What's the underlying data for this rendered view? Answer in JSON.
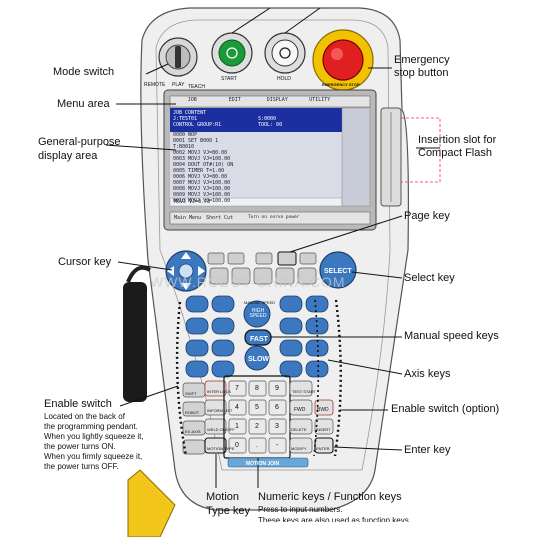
{
  "callouts": {
    "mode_switch": "Mode switch",
    "menu_area": "Menu area",
    "general_purpose_1": "General-purpose",
    "general_purpose_2": "display area",
    "cursor_key": "Cursor key",
    "enable_switch_left": "Enable switch",
    "enable_note": [
      "Located on the back of",
      "the programming pendant.",
      "When you lightly squeeze it,",
      "the power turns ON.",
      "When you firmly squeeze it,",
      "the power turns OFF."
    ],
    "emergency_1": "Emergency",
    "emergency_2": "stop button",
    "insertion_1": "Insertion slot for",
    "insertion_2": "Compact Flash",
    "page_key": "Page key",
    "select_key": "Select key",
    "manual_speed_keys": "Manual speed keys",
    "axis_keys": "Axis keys",
    "enable_switch_option": "Enable switch (option)",
    "enter_key": "Enter key",
    "motion_type_1": "Motion",
    "motion_type_2": "Type key",
    "numeric_keys": "Numeric keys / Function keys",
    "numeric_note_1": "Press to input numbers.",
    "numeric_note_2": "These keys are also used as function keys."
  },
  "pendant": {
    "mode_labels": [
      "REMOTE",
      "PLAY",
      "TEACH"
    ],
    "start_label": "START",
    "hold_label": "HOLD",
    "estop_label": "EMERGENCY STOP",
    "menu_tabs": [
      "JOB",
      "EDIT",
      "DISPLAY",
      "UTILITY"
    ],
    "screen_lines": [
      "JOB CONTENT",
      "J:TEST01",
      "CONTROL GROUP:R1",
      "0000 NOP",
      "0001 SET B000 1",
      "     T:B0010",
      "0002 MOVJ VJ=80.00",
      "0003 MOVJ VJ=100.00",
      "0004 DOUT OT#(10) ON",
      "0005 TIMER T=1.00",
      "0006 MOVJ VJ=80.00",
      "0007 MOVJ VJ=100.00",
      "0008 MOVJ VJ=100.00",
      "0009 MOVJ VJ=100.00",
      "0010 MOVJ VJ=100.00"
    ],
    "screen_step": "S:0000",
    "screen_tool": "TOOL: 00",
    "edit_line": "MOVJ VJ=0.78",
    "bottom_buttons": [
      "Main Menu",
      "Short Cut"
    ],
    "status_msg": "Turn on servo power",
    "select_label": "SELECT",
    "high_speed": "HIGH SPEED",
    "fast": "FAST",
    "slow": "SLOW",
    "manual_speed_small": "MANUAL SPEED",
    "func_left": [
      "SHIFT",
      "ROBOT",
      "EX.AXIS",
      "MOTION TYPE"
    ],
    "func_mid": [
      "INTER LOCK",
      "INFORM LIST",
      "WELD ON/OFF",
      "MOTION TYPE"
    ],
    "func_right": [
      "TEST START",
      "FWD",
      "DELETE",
      "MODIFY"
    ],
    "func_right2": [
      "",
      "BWD",
      "INSERT",
      "ENTER"
    ],
    "numpad": [
      "7",
      "8",
      "9",
      "4",
      "5",
      "6",
      "1",
      "2",
      "3",
      "0",
      ".",
      "-"
    ],
    "bottom_strip": "MOTION JOIN",
    "watermark": "WWW.ROBOT-CHINA.COM"
  },
  "colors": {
    "screen_bg": "#d9dce6",
    "screen_header": "#1c2fa0",
    "estop_red": "#e02020",
    "estop_yellow": "#f2c200",
    "start_green": "#1a9a3a",
    "key_blue": "#3b78c0",
    "body_gray": "#e9e9e9"
  }
}
